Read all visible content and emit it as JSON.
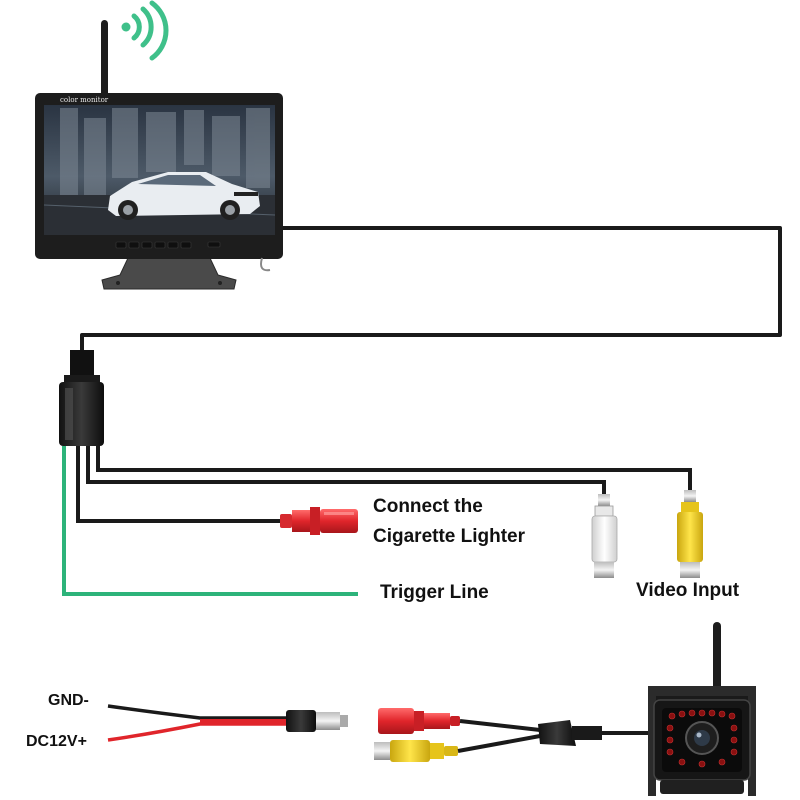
{
  "monitor": {
    "caption": "color monitor"
  },
  "labels": {
    "cigarette_line1": "Connect the",
    "cigarette_line2": "Cigarette Lighter",
    "trigger_line": "Trigger Line",
    "video_input": "Video Input",
    "gnd": "GND-",
    "dc12v": "DC12V+"
  },
  "colors": {
    "cable": "#1a1a1a",
    "trigger_wire": "#2db37a",
    "power_red": "#e0252b",
    "rca_white": "#f2f2f2",
    "rca_yellow": "#f2d21f",
    "wifi_icon": "#3fc08a"
  },
  "icons": {
    "wireless": "wifi-signal-icon",
    "camera_leds": "infrared-led-icon"
  }
}
